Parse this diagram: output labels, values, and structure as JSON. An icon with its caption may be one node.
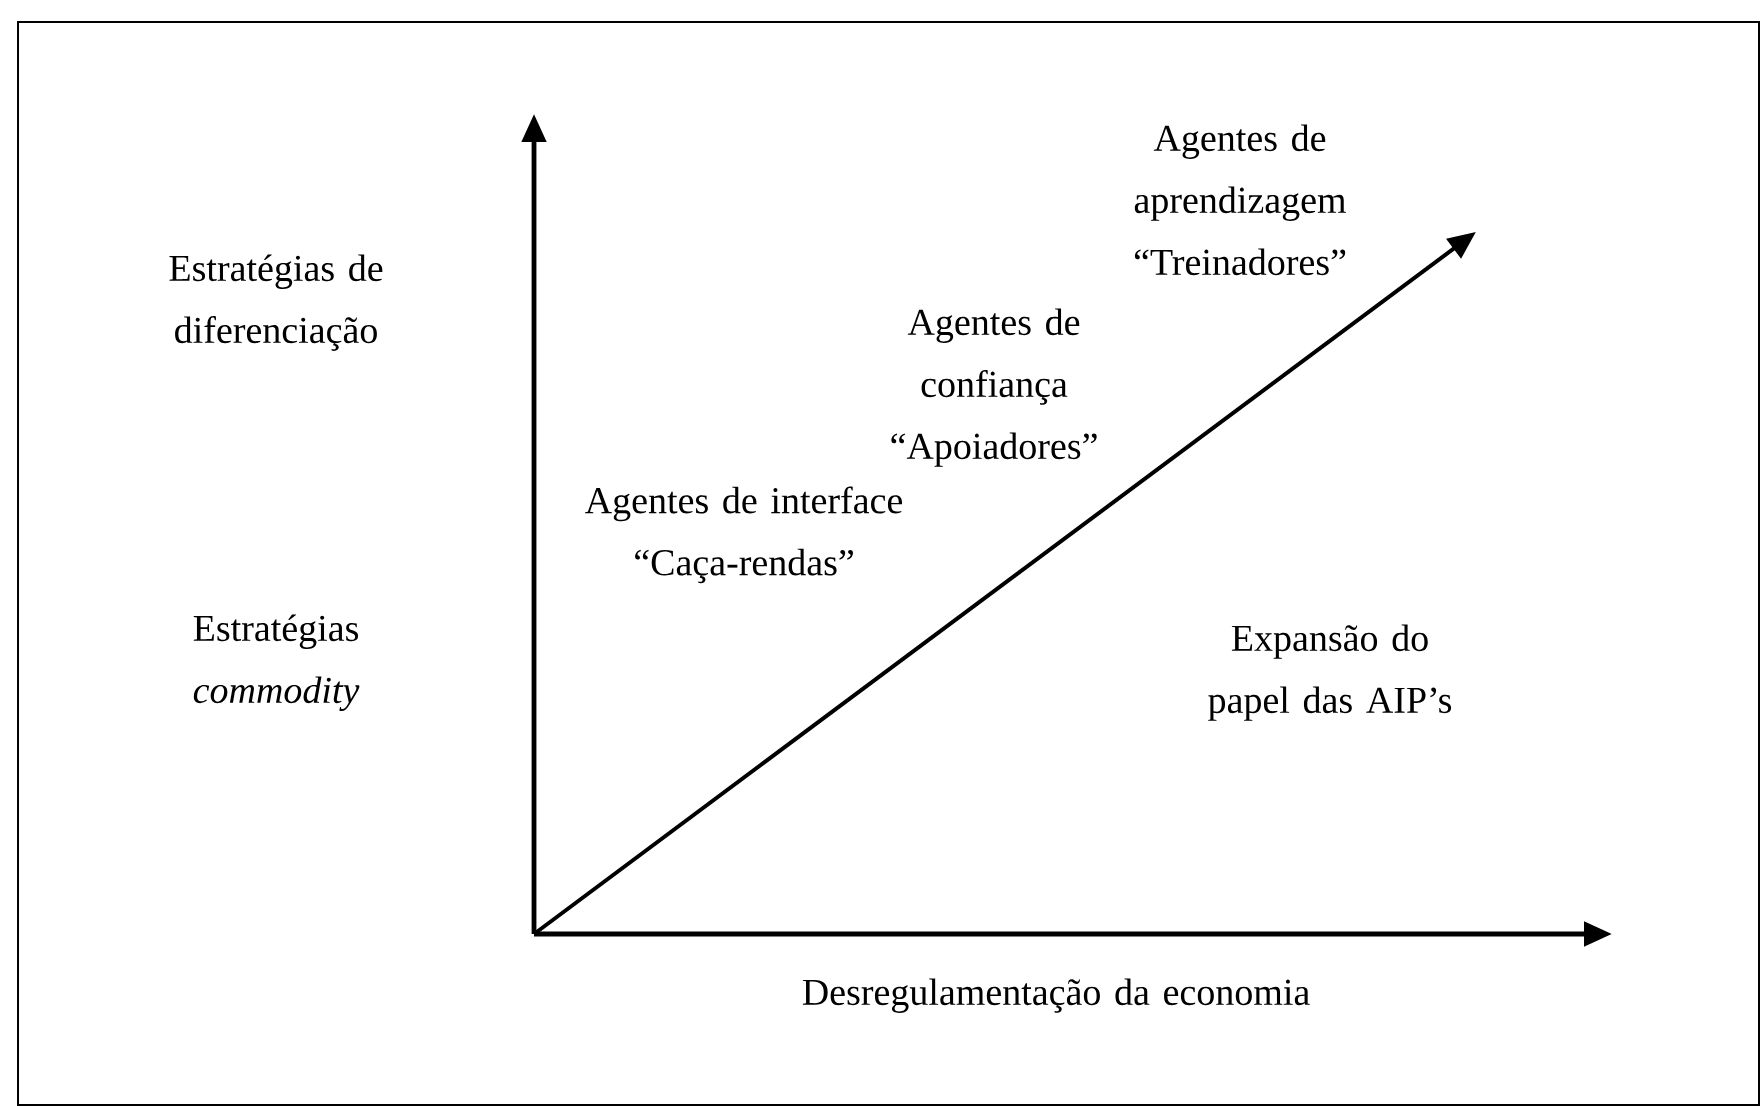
{
  "diagram": {
    "labels": [
      "Agentes de aprendizagem “Treinadores”",
      "Estratégias de diferenciação",
      "Agentes de confiança “Apoiadores”",
      "Agentes de interface “Caça-rendas”",
      "Estratégias *commodity*",
      "Expansão do papel das AIP’s",
      "Desregulamentação da economia"
    ]
  }
}
